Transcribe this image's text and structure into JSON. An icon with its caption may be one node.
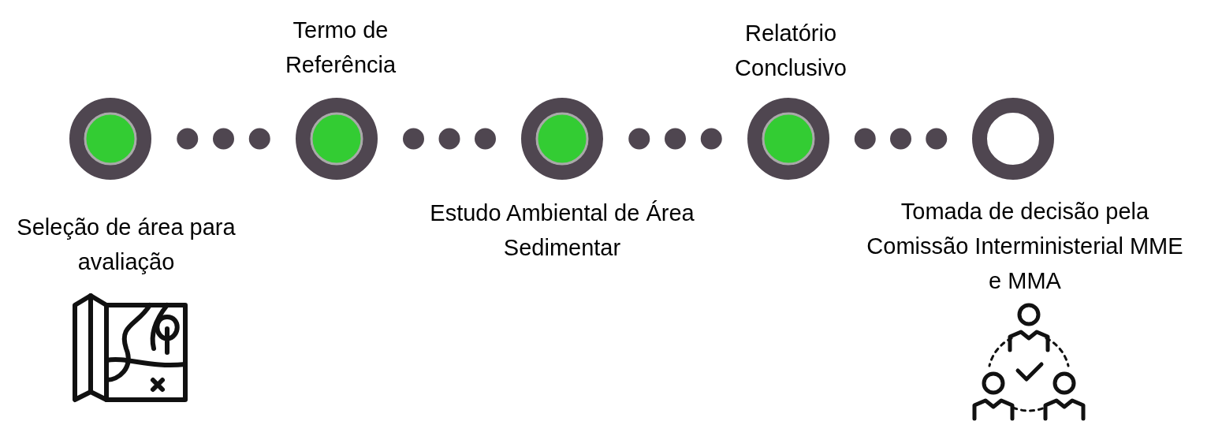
{
  "diagram": {
    "nodes": [
      {
        "text": [],
        "shape": "circle",
        "beside": [
          "Seleção de área para avaliação"
        ]
      },
      {
        "text": [],
        "shape": "circle",
        "beside": [
          "Termo de Referência"
        ]
      },
      {
        "text": [],
        "shape": "circle",
        "beside": [
          "Estudo Ambiental de Área Sedimentar"
        ]
      },
      {
        "text": [],
        "shape": "circle",
        "beside": [
          "Relatório Conclusivo"
        ]
      },
      {
        "text": [],
        "shape": "circle",
        "beside": [
          "Tomada de decisão pela Comissão Interministerial MME e MMA"
        ]
      }
    ],
    "edges": [
      {
        "from": 0,
        "to": 1,
        "arrow": "none",
        "style": "dashed"
      },
      {
        "from": 1,
        "to": 2,
        "arrow": "none",
        "style": "dashed"
      },
      {
        "from": 2,
        "to": 3,
        "arrow": "none",
        "style": "dashed"
      },
      {
        "from": 3,
        "to": 4,
        "arrow": "none",
        "style": "dashed"
      }
    ]
  }
}
